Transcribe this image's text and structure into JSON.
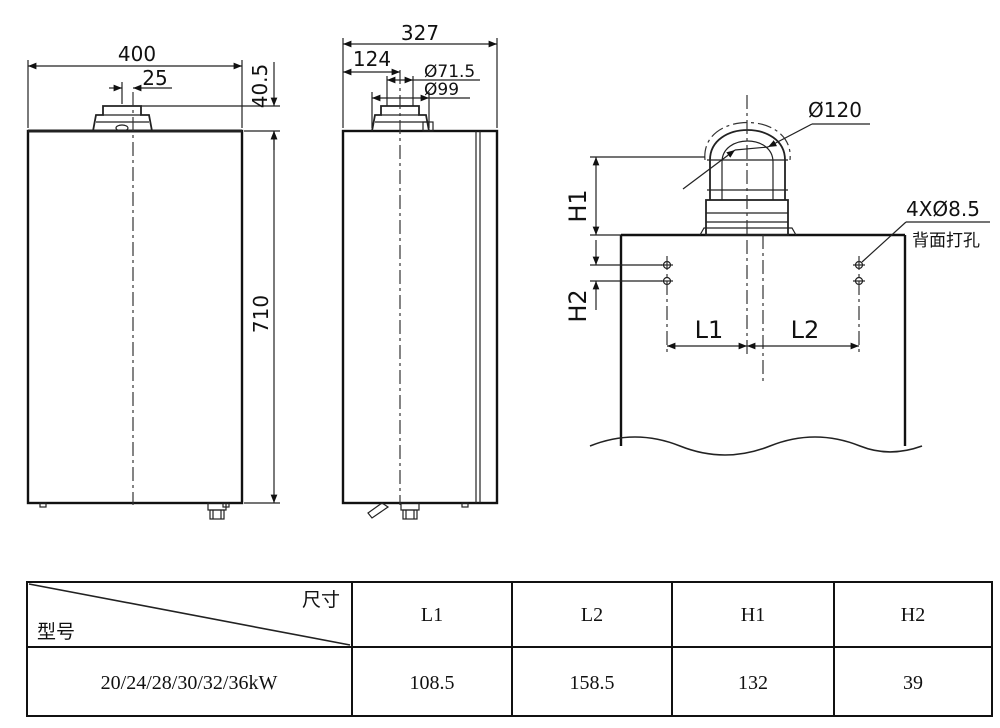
{
  "front_view": {
    "width_label": "400",
    "flue_offset_label": "25",
    "flue_height_label": "40.5",
    "height_label": "710"
  },
  "side_view": {
    "depth_label": "327",
    "flue_depth_label": "124",
    "inner_dia_label": "Ø71.5",
    "outer_dia_label": "Ø99"
  },
  "detail_view": {
    "elbow_dia_label": "Ø120",
    "holes_label": "4XØ8.5",
    "holes_note": "背面打孔",
    "h1_label": "H1",
    "h2_label": "H2",
    "l1_label": "L1",
    "l2_label": "L2"
  },
  "table": {
    "corner_top": "尺寸",
    "corner_bottom": "型号",
    "headers": [
      "L1",
      "L2",
      "H1",
      "H2"
    ],
    "rows": [
      {
        "model": "20/24/28/30/32/36kW",
        "values": [
          "108.5",
          "158.5",
          "132",
          "39"
        ]
      }
    ]
  }
}
